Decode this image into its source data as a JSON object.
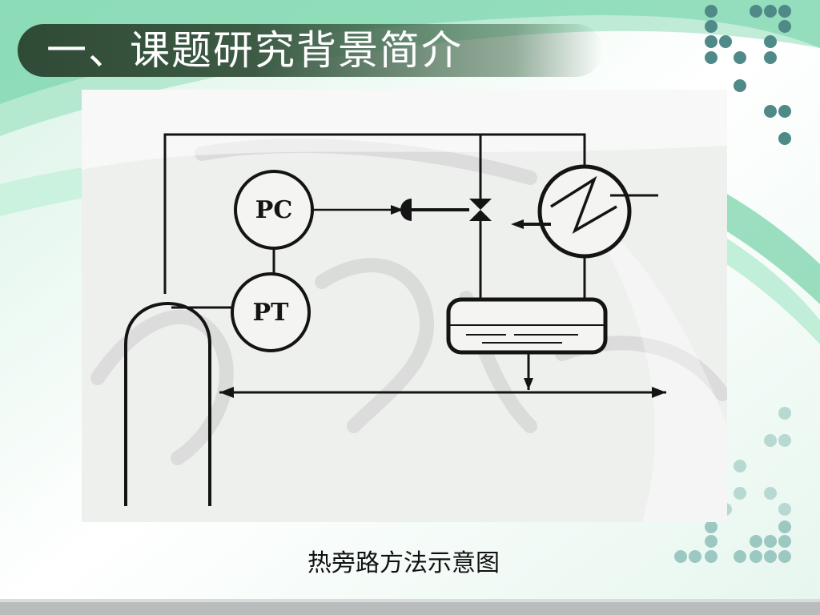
{
  "slide": {
    "title": "一、课题研究背景简介",
    "caption": "热旁路方法示意图"
  },
  "diagram": {
    "instruments": {
      "pc": "PC",
      "pt": "PT"
    }
  },
  "colors": {
    "title_bar": "#2f4a36",
    "accent_green": "#3fbf8a",
    "dot_color": "#4f8a88",
    "diagram_bg": "#eef0ee",
    "line_color": "#141414"
  }
}
